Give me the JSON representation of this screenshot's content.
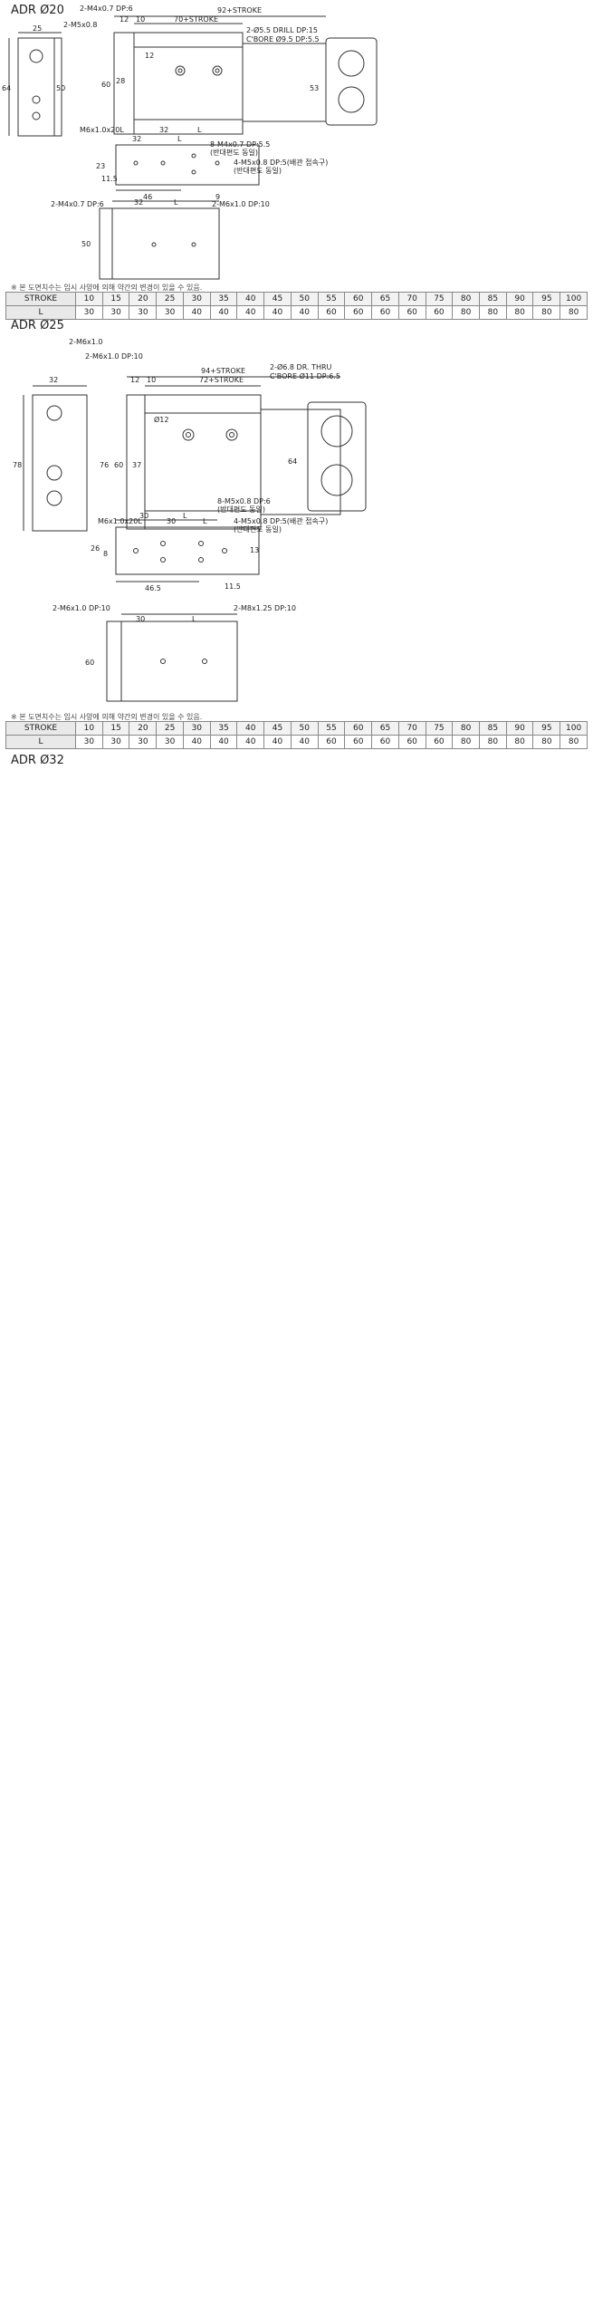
{
  "sections": {
    "adr20": {
      "title": "ADR Ø20",
      "labels": {
        "ports_front": "2-M4x0.7 DP:6",
        "thread_left": "2-M5x0.8",
        "len_total": "92+STROKE",
        "len_body": "70+STROKE",
        "dim_12": "12",
        "dim_10": "10",
        "drill": "2-Ø5.5 DRILL DP:15",
        "cbore": "C'BORE Ø9.5 DP:5.5",
        "dim_25": "25",
        "dim_64": "64",
        "dim_50": "50",
        "dim_60": "60",
        "dim_28": "28",
        "dim_12b": "12",
        "dim_53": "53",
        "thread_bottom": "M6x1.0x20L",
        "dim_32": "32",
        "dim_L": "L",
        "top_tap": "8-M4x0.7 DP:5.5",
        "top_tap_note": "(반대편도 동일)",
        "top_port": "4-M5x0.8 DP:5(배관 접속구)",
        "top_port_note": "(반대편도 동일)",
        "top_32": "32",
        "top_L": "L",
        "top_23": "23",
        "top_11": "11.5",
        "top_46": "46",
        "top_9": "9",
        "bot_tap_left": "2-M4x0.7 DP:6",
        "bot_tap_right": "2-M6x1.0 DP:10",
        "bot_32": "32",
        "bot_L": "L",
        "bot_50": "50"
      },
      "note": "※ 본 도면치수는 임시 사양에 의해 약간의 변경이 있을 수 있음.",
      "table": {
        "row1_head": "STROKE",
        "row2_head": "L",
        "strokes": [
          "10",
          "15",
          "20",
          "25",
          "30",
          "35",
          "40",
          "45",
          "50",
          "55",
          "60",
          "65",
          "70",
          "75",
          "80",
          "85",
          "90",
          "95",
          "100"
        ],
        "L": [
          "30",
          "30",
          "30",
          "30",
          "40",
          "40",
          "40",
          "40",
          "40",
          "60",
          "60",
          "60",
          "60",
          "60",
          "80",
          "80",
          "80",
          "80",
          "80"
        ]
      }
    },
    "adr25": {
      "title": "ADR Ø25",
      "labels": {
        "thread_top": "2-M6x1.0",
        "ports_front": "2-M6x1.0 DP:10",
        "len_total": "94+STROKE",
        "len_body": "72+STROKE",
        "drill": "2-Ø6.8 DR. THRU",
        "cbore": "C'BORE Ø11 DP:6.5",
        "dim_32": "32",
        "dim_12": "12",
        "dim_10": "10",
        "dim_78": "78",
        "dim_76": "76",
        "dim_60": "60",
        "dim_37": "37",
        "dim_64": "64",
        "dim_12b": "Ø12",
        "thread_bottom": "M6x1.0x20L",
        "dim_30": "30",
        "dim_L": "L",
        "top_tap": "8-M5x0.8 DP:6",
        "top_tap_note": "(반대편도 동일)",
        "top_port": "4-M5x0.8 DP:5(배관 접속구)",
        "top_port_note": "(반대편도 동일)",
        "top_30": "30",
        "top_L": "L",
        "top_26": "26",
        "top_8": "8",
        "top_46": "46.5",
        "top_11": "11.5",
        "top_13": "13",
        "bot_tap_left": "2-M6x1.0 DP:10",
        "bot_tap_right": "2-M8x1.25 DP:10",
        "bot_30": "30",
        "bot_L": "L",
        "bot_60": "60"
      },
      "note": "※ 본 도면치수는 임시 사양에 의해 약간의 변경이 있을 수 있음.",
      "table": {
        "row1_head": "STROKE",
        "row2_head": "L",
        "strokes": [
          "10",
          "15",
          "20",
          "25",
          "30",
          "35",
          "40",
          "45",
          "50",
          "55",
          "60",
          "65",
          "70",
          "75",
          "80",
          "85",
          "90",
          "95",
          "100"
        ],
        "L": [
          "30",
          "30",
          "30",
          "30",
          "40",
          "40",
          "40",
          "40",
          "40",
          "60",
          "60",
          "60",
          "60",
          "60",
          "80",
          "80",
          "80",
          "80",
          "80"
        ]
      }
    },
    "adr32": {
      "title": "ADR Ø32"
    }
  }
}
